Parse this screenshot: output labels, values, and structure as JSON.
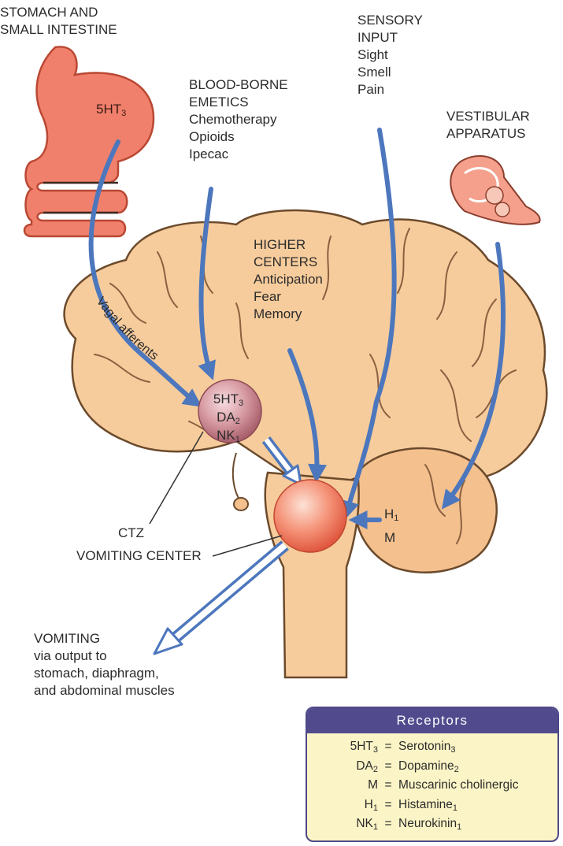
{
  "labels": {
    "stomach": [
      "STOMACH AND",
      "SMALL INTESTINE"
    ],
    "stomach_receptor": {
      "base": "5HT",
      "sub": "3"
    },
    "blood_borne": [
      "BLOOD-BORNE",
      "EMETICS",
      "Chemotherapy",
      "Opioids",
      "Ipecac"
    ],
    "sensory": [
      "SENSORY",
      "INPUT",
      "Sight",
      "Smell",
      "Pain"
    ],
    "vestibular": [
      "VESTIBULAR",
      "APPARATUS"
    ],
    "higher": [
      "HIGHER",
      "CENTERS",
      "Anticipation",
      "Fear",
      "Memory"
    ],
    "vagal": "Vagal afferents",
    "ctz": "CTZ",
    "vomiting_center": "VOMITING CENTER",
    "vomiting": [
      "VOMITING",
      "via output to",
      "stomach, diaphragm,",
      "and abdominal muscles"
    ]
  },
  "ctz_receptors": [
    {
      "base": "5HT",
      "sub": "3"
    },
    {
      "base": "DA",
      "sub": "2"
    },
    {
      "base": "NK",
      "sub": "1"
    }
  ],
  "vestibular_receptors": [
    {
      "base": "H",
      "sub": "1"
    },
    {
      "base": "M",
      "sub": ""
    }
  ],
  "legend": {
    "title": "Receptors",
    "rows": [
      {
        "abbr": "5HT",
        "abbr_sub": "3",
        "eq": "=",
        "name": "Serotonin",
        "name_sub": "3"
      },
      {
        "abbr": "DA",
        "abbr_sub": "2",
        "eq": "=",
        "name": "Dopamine",
        "name_sub": "2"
      },
      {
        "abbr": "M",
        "abbr_sub": "",
        "eq": "=",
        "name": "Muscarinic cholinergic",
        "name_sub": ""
      },
      {
        "abbr": "H",
        "abbr_sub": "1",
        "eq": "=",
        "name": "Histamine",
        "name_sub": "1"
      },
      {
        "abbr": "NK",
        "abbr_sub": "1",
        "eq": "=",
        "name": "Neurokinin",
        "name_sub": "1"
      }
    ]
  },
  "colors": {
    "brain": "#f7cc9c",
    "brain_outline": "#6b4a2c",
    "stomach": "#f0806c",
    "arrow": "#4d77bd",
    "ctz": "#c98a92",
    "vomiting_center": "#f3856a",
    "legend_header": "#514b8e",
    "legend_bg": "#fbf4c6"
  }
}
